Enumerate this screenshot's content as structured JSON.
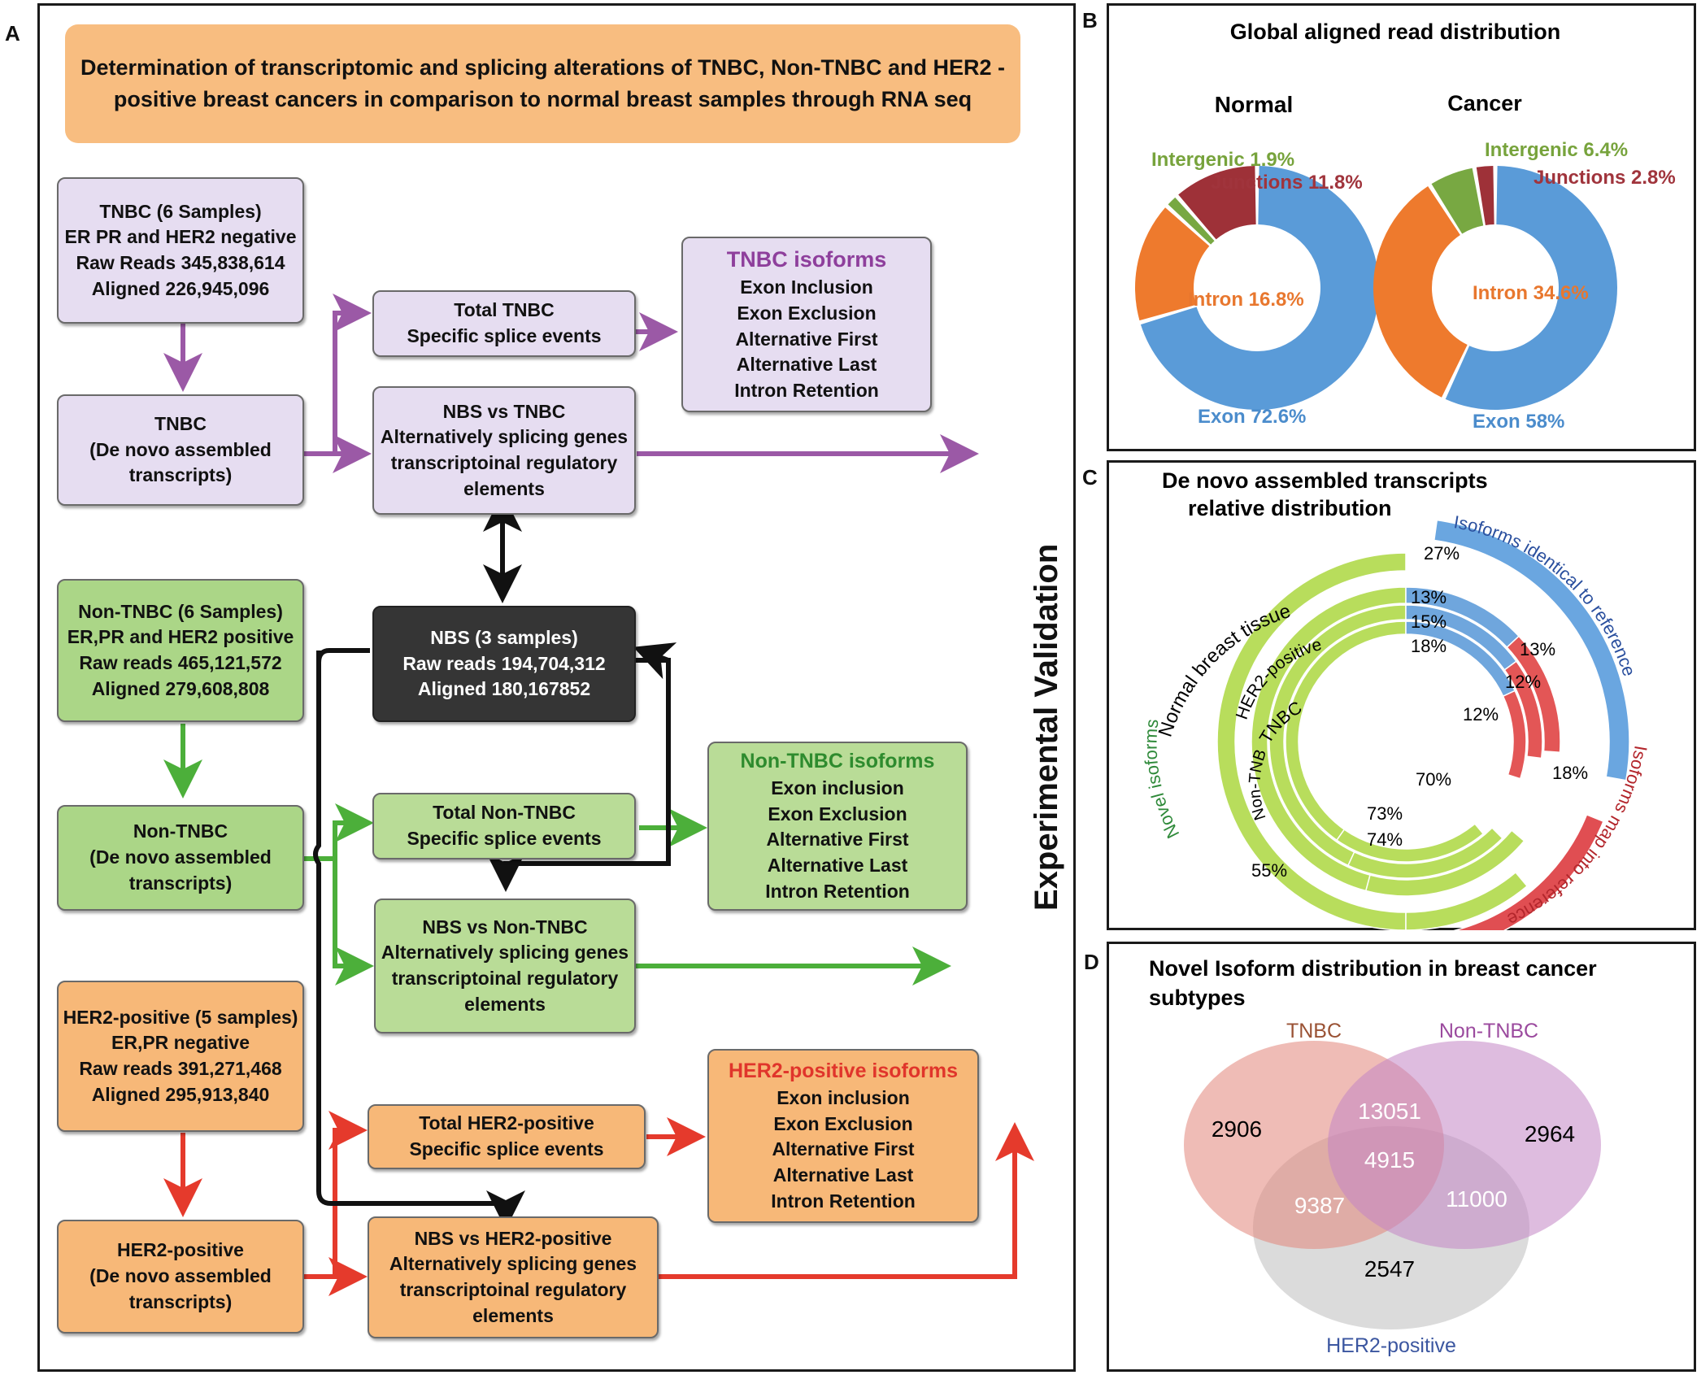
{
  "panel_a": {
    "label": "A",
    "header": [
      "Determination of transcriptomic and splicing alterations of TNBC, Non-TNBC and HER2 -",
      "positive breast cancers in comparison to normal breast samples through RNA seq"
    ],
    "side_label": "Experimental Validation",
    "tnbc_samples": [
      "TNBC (6 Samples)",
      "ER PR and HER2 negative",
      "Raw Reads 345,838,614",
      "Aligned 226,945,096"
    ],
    "tnbc_denovo": [
      "TNBC",
      "(De novo assembled",
      "transcripts)"
    ],
    "tnbc_total": [
      "Total TNBC",
      "Specific splice events"
    ],
    "tnbc_isoforms_title": "TNBC isoforms",
    "tnbc_isoforms": [
      "Exon Inclusion",
      "Exon Exclusion",
      "Alternative First",
      "Alternative Last",
      "Intron Retention"
    ],
    "nbs_vs_tnbc": [
      "NBS vs TNBC",
      "Alternatively splicing genes",
      "transcriptoinal regulatory",
      "elements"
    ],
    "nbs": [
      "NBS (3 samples)",
      "Raw reads 194,704,312",
      "Aligned 180,167852"
    ],
    "nontnbc_samples": [
      "Non-TNBC (6 Samples)",
      "ER,PR and HER2 positive",
      "Raw reads 465,121,572",
      "Aligned 279,608,808"
    ],
    "nontnbc_denovo": [
      "Non-TNBC",
      "(De novo assembled",
      "transcripts)"
    ],
    "nontnbc_total": [
      "Total Non-TNBC",
      "Specific splice events"
    ],
    "nontnbc_isoforms_title": "Non-TNBC isoforms",
    "nontnbc_isoforms": [
      "Exon inclusion",
      "Exon Exclusion",
      "Alternative First",
      "Alternative Last",
      "Intron Retention"
    ],
    "nbs_vs_nontnbc": [
      "NBS vs Non-TNBC",
      "Alternatively splicing genes",
      "transcriptoinal regulatory",
      "elements"
    ],
    "her2_samples": [
      "HER2-positive (5 samples)",
      "ER,PR negative",
      "Raw reads 391,271,468",
      "Aligned 295,913,840"
    ],
    "her2_denovo": [
      "HER2-positive",
      "(De novo assembled",
      "transcripts)"
    ],
    "her2_total": [
      "Total HER2-positive",
      "Specific splice events"
    ],
    "her2_isoforms_title": "HER2-positive isoforms",
    "her2_isoforms": [
      "Exon inclusion",
      "Exon Exclusion",
      "Alternative First",
      "Alternative Last",
      "Intron Retention"
    ],
    "nbs_vs_her2": [
      "NBS vs HER2-positive",
      "Alternatively splicing genes",
      "transcriptoinal regulatory",
      "elements"
    ],
    "colors": {
      "purple": "#9b59a6",
      "green": "#4caf3a",
      "red": "#e53a2c",
      "black": "#111111"
    }
  },
  "panel_b": {
    "label": "B",
    "title": "Global aligned read distribution",
    "normal": {
      "title": "Normal",
      "labels": {
        "intergenic": "Intergenic 1.9%",
        "junctions": "Junctions 11.8%",
        "intron": "Intron 16.8%",
        "exon": "Exon 72.6%"
      }
    },
    "cancer": {
      "title": "Cancer",
      "labels": {
        "intergenic": "Intergenic 6.4%",
        "junctions": "Junctions 2.8%",
        "intron": "Intron 34.6%",
        "exon": "Exon 58%"
      }
    }
  },
  "panel_c": {
    "label": "C",
    "title": [
      "De novo assembled transcripts",
      "relative distribution"
    ],
    "ring_labels": [
      "Normal breast tissue",
      "HER2-positive",
      "TNBC",
      "Non-TNBC"
    ],
    "group_labels": {
      "identical": "Isoforms identical to reference",
      "map": "Isoforms map into reference",
      "novel": "Novel isoforms"
    },
    "percent_labels": [
      "27%",
      "13%",
      "15%",
      "18%",
      "13%",
      "12%",
      "12%",
      "70%",
      "73%",
      "74%",
      "55%",
      "18%"
    ]
  },
  "panel_d": {
    "label": "D",
    "title": [
      "Novel Isoform distribution in breast cancer",
      "subtypes"
    ],
    "set_labels": {
      "tnbc": "TNBC",
      "nontnbc": "Non-TNBC",
      "her2": "HER2-positive"
    },
    "counts": {
      "tnbc_only": "2906",
      "tnbc_nontnbc": "13051",
      "all": "4915",
      "nontnbc_only": "2964",
      "tnbc_her2": "9387",
      "nontnbc_her2": "11000",
      "her2_only": "2547"
    }
  },
  "chart_data": [
    {
      "type": "pie",
      "title": "Normal",
      "categories": [
        "Exon",
        "Intron",
        "Intergenic",
        "Junctions"
      ],
      "values": [
        72.6,
        16.8,
        1.9,
        11.8
      ]
    },
    {
      "type": "pie",
      "title": "Cancer",
      "categories": [
        "Exon",
        "Intron",
        "Intergenic",
        "Junctions"
      ],
      "values": [
        58,
        34.6,
        6.4,
        2.8
      ]
    }
  ]
}
